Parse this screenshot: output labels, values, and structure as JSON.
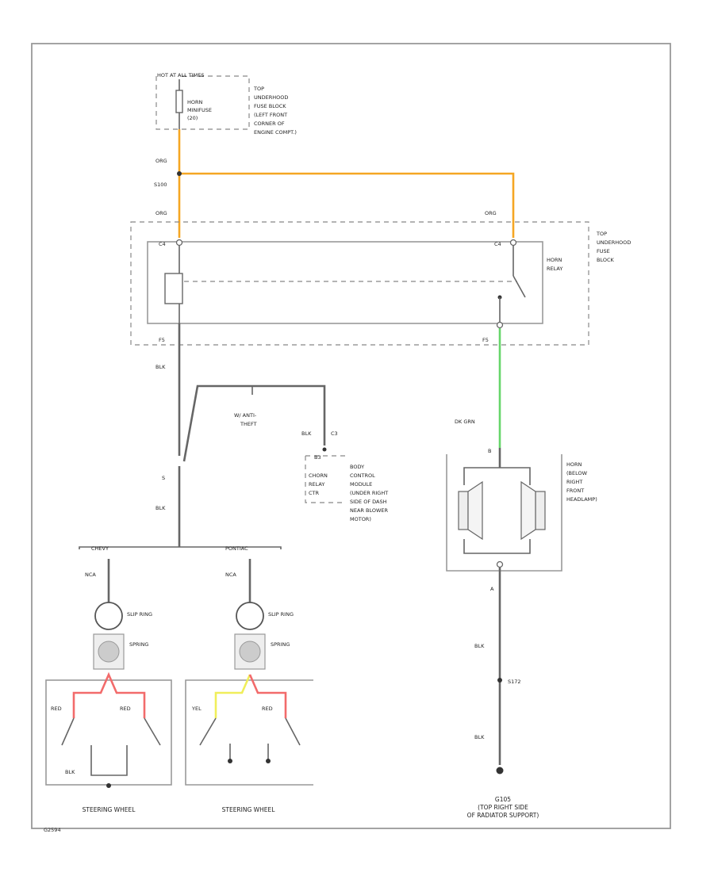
{
  "fuse": {
    "hot": "HOT AT ALL TIMES",
    "name": [
      "HORN",
      "MINIFUSE",
      "(20)"
    ],
    "location": [
      "TOP",
      "UNDERHOOD",
      "FUSE BLOCK",
      "(LEFT FRONT",
      "CORNER OF",
      "ENGINE COMPT.)"
    ]
  },
  "splice_top": "S100",
  "fuse_block_top": [
    "TOP",
    "UNDERHOOD",
    "FUSE",
    "BLOCK"
  ],
  "relay": {
    "name": [
      "HORN",
      "RELAY"
    ],
    "pin_left_top": "C4",
    "pin_right_top": "C4",
    "pin_left_bottom": "F5",
    "pin_right_bottom": "F5"
  },
  "wires": {
    "org_fuse": "ORG",
    "org_left": "ORG",
    "org_right": "ORG",
    "blk_relay": "BLK",
    "dk_grn": "DK GRN",
    "blk_switch": "BLK",
    "blk_horn": "BLK",
    "blk_ground": "BLK",
    "blk_bcm": "BLK",
    "nca_left": "NCA",
    "nca_right": "NCA",
    "red1": "RED",
    "red2": "RED",
    "red3": "RED",
    "yel": "YEL",
    "blk_wheel": "BLK"
  },
  "anti_theft": [
    "W/ ANTI-",
    "THEFT"
  ],
  "bcm": {
    "pin": "C3",
    "relay_label": [
      "CHORN",
      "RELAY",
      "CTR"
    ],
    "pin2": "B3",
    "description": [
      "BODY",
      "CONTROL",
      "MODULE",
      "(UNDER RIGHT",
      "SIDE OF DASH",
      "NEAR BLOWER",
      "MOTOR)"
    ]
  },
  "connector_s": "S",
  "horn": {
    "description": [
      "HORN",
      "(BELOW",
      "RIGHT",
      "FRONT",
      "HEADLAMP)"
    ],
    "pin_top": "B",
    "pin_bottom": "A"
  },
  "splice_bottom": "S172",
  "ground": {
    "id": "G105",
    "location": [
      "(TOP RIGHT SIDE",
      "OF RADIATOR SUPPORT)"
    ]
  },
  "wheels": {
    "left_header": "CHEVY",
    "right_header": "PONTIAC",
    "slip_ring_left": "SLIP RING",
    "slip_ring_right": "SLIP RING",
    "spring_left": "SPRING",
    "spring_right": "SPRING",
    "caption_left": "STEERING WHEEL",
    "caption_right": "STEERING WHEEL"
  },
  "figure_id": "G2594",
  "colors": {
    "org": "#f5a623",
    "grn": "#66d66a",
    "red": "#f26b6b",
    "yel": "#f0ee5a",
    "wire": "#666666"
  }
}
